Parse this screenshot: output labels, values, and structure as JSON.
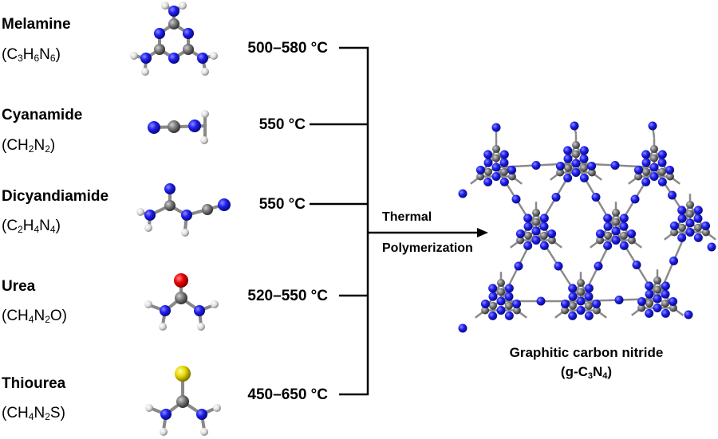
{
  "precursors": [
    {
      "name": "Melamine",
      "formula_parts": [
        "(C",
        "3",
        "H",
        "6",
        "N",
        "6",
        ")"
      ],
      "temp": "500–580 °C"
    },
    {
      "name": "Cyanamide",
      "formula_parts": [
        "(CH",
        "2",
        "N",
        "2",
        ")"
      ],
      "temp": "550 °C"
    },
    {
      "name": "Dicyandiamide",
      "formula_parts": [
        "(C",
        "2",
        "H",
        "4",
        "N",
        "4",
        ")"
      ],
      "temp": "550 °C"
    },
    {
      "name": "Urea",
      "formula_parts": [
        "(CH",
        "4",
        "N",
        "2",
        "O)"
      ],
      "temp": "520–550 °C"
    },
    {
      "name": "Thiourea",
      "formula_parts": [
        "(CH",
        "4",
        "N",
        "2",
        "S)"
      ],
      "temp": "450–650 °C"
    }
  ],
  "process": {
    "line1": "Thermal",
    "line2": "Polymerization"
  },
  "product": {
    "name": "Graphitic carbon nitride",
    "formula_parts": [
      "(g-C",
      "3",
      "N",
      "4",
      ")"
    ]
  },
  "colors": {
    "nitrogen": "#1a1aee",
    "carbon": "#7a7a7a",
    "hydrogen": "#e8e8e8",
    "oxygen": "#e00000",
    "sulfur": "#e8d800",
    "line": "#000000"
  }
}
